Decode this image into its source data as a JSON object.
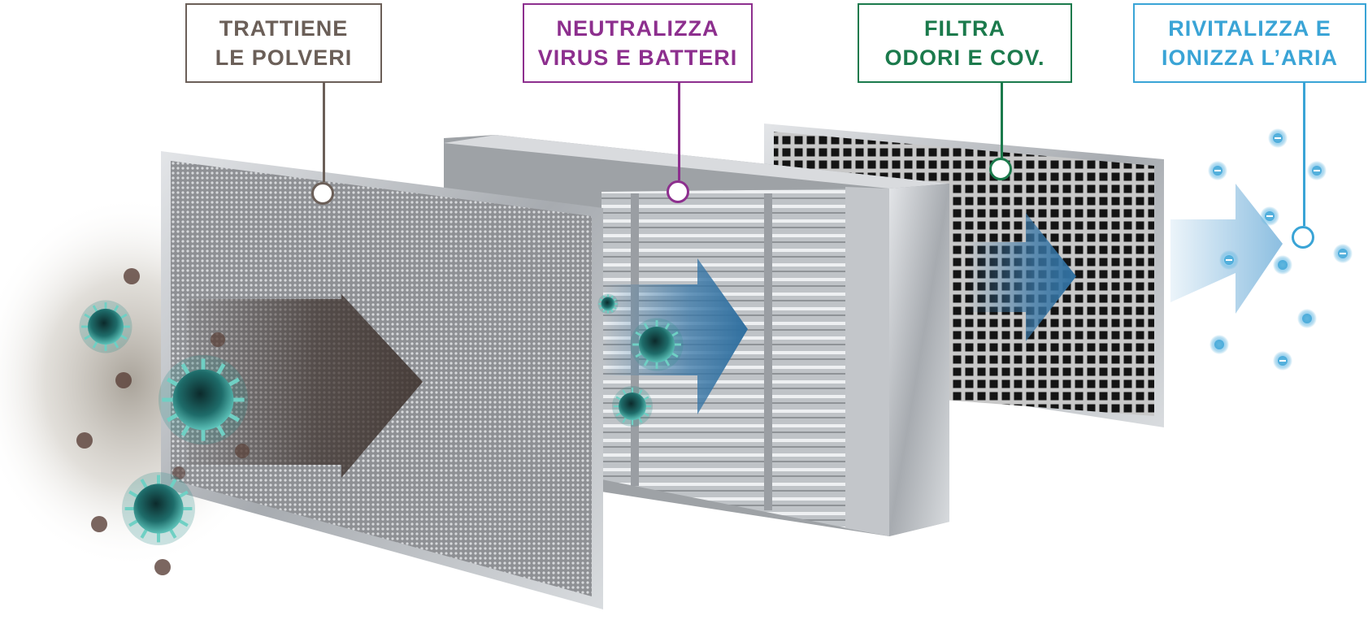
{
  "stages": [
    {
      "line1": "TRATTIENE",
      "line2": "LE POLVERI",
      "color": "#6b5f58",
      "icon": "metal-mesh-prefilter"
    },
    {
      "line1": "NEUTRALIZZA",
      "line2": "VIRUS E BATTERI",
      "color": "#8d2f8e",
      "icon": "electrostatic-cell-filter"
    },
    {
      "line1": "FILTRA",
      "line2": "ODORI E COV.",
      "color": "#1b7a4c",
      "icon": "activated-carbon-filter"
    },
    {
      "line1": "RIVITALIZZA E",
      "line2": "IONIZZA L’ARIA",
      "color": "#3aa4d6",
      "icon": "negative-ions"
    }
  ],
  "colors": {
    "arrow_dust": "#3b2f2a",
    "arrow_flow": "#3a78a8",
    "virus": "#2f8f8a",
    "particle": "#5a4038",
    "ion": "#3aa4d6"
  }
}
